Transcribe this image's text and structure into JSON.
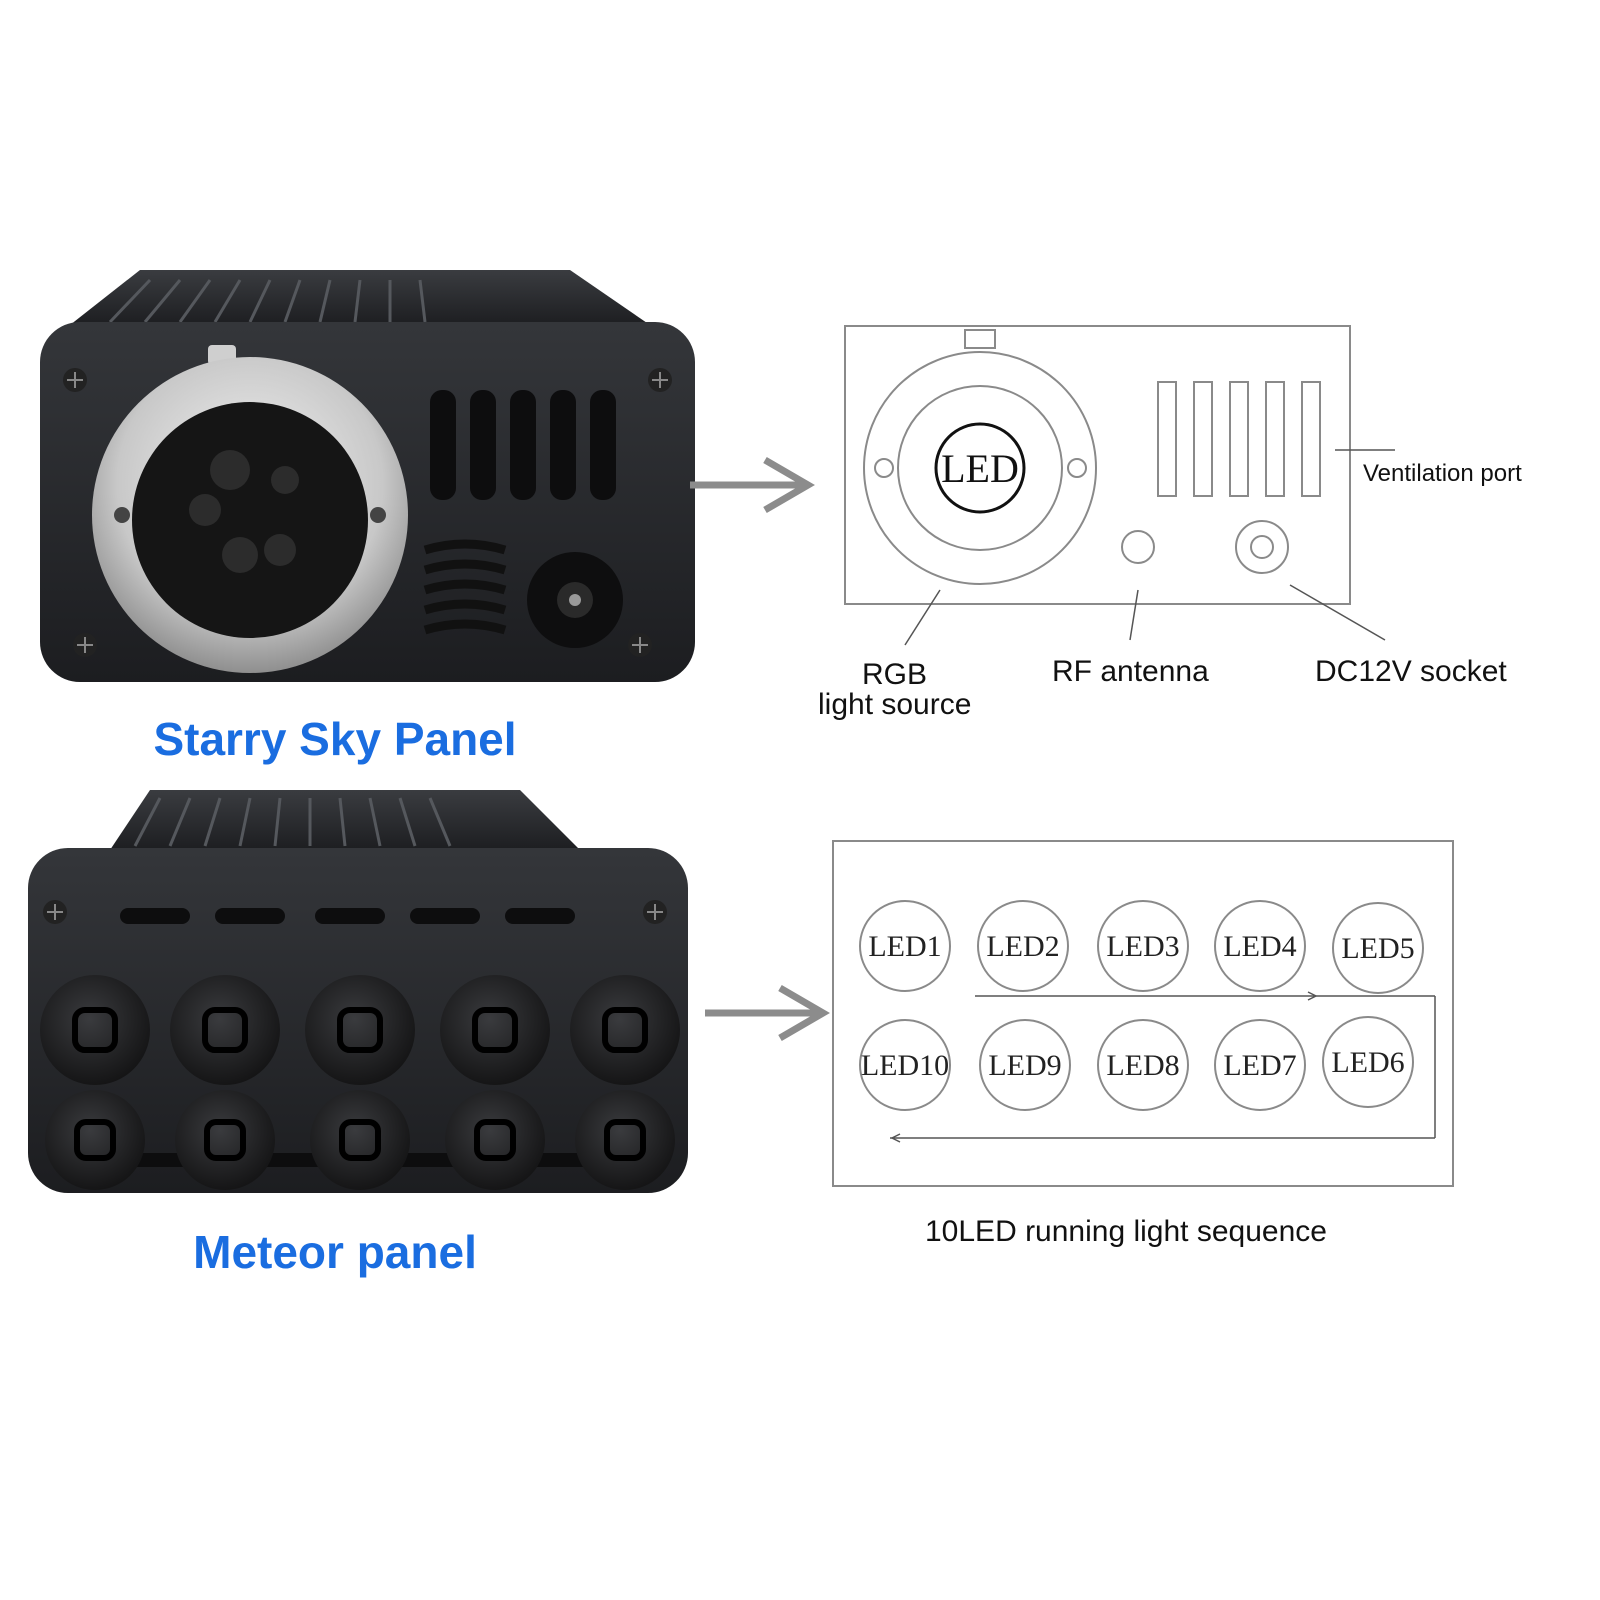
{
  "starry_panel": {
    "caption": "Starry Sky Panel",
    "diagram": {
      "led_label": "LED",
      "ventilation_label": "Ventilation port",
      "rgb_label_line1": "RGB",
      "rgb_label_line2": "light source",
      "rf_label": "RF antenna",
      "dc_label": "DC12V socket"
    }
  },
  "meteor_panel": {
    "caption": "Meteor panel",
    "diagram": {
      "row_top": [
        "LED1",
        "LED2",
        "LED3",
        "LED4",
        "LED5"
      ],
      "row_bottom": [
        "LED10",
        "LED9",
        "LED8",
        "LED7",
        "LED6"
      ],
      "sequence_label": "10LED running light sequence"
    }
  },
  "colors": {
    "caption": "#1a6de0",
    "device_body": "#2a2c30",
    "diagram_line": "#8a8a8a",
    "arrow": "#8c8c8c"
  },
  "icons": [
    "connector-icon",
    "screw-icon",
    "arrow-right-icon"
  ]
}
